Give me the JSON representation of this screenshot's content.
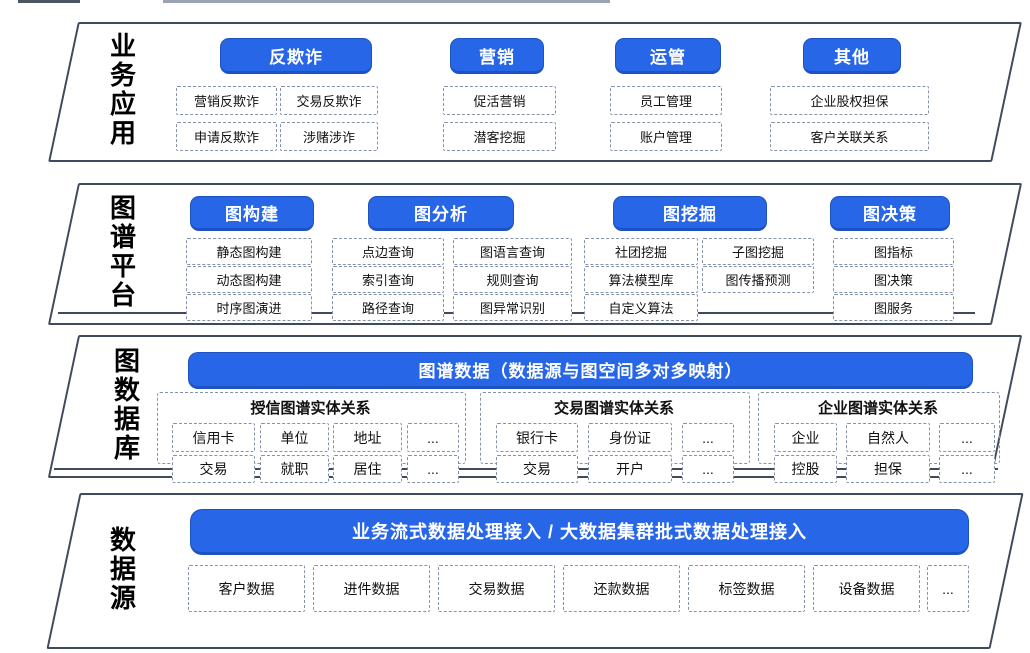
{
  "colors": {
    "accent": "#2766e6",
    "accent_dark": "#1d52c2",
    "dashed_border": "#8493ab",
    "layer_border": "#3f4a5c"
  },
  "layers": [
    {
      "label": "业务应用",
      "groups": [
        {
          "title": "反欺诈",
          "items": [
            "营销反欺诈",
            "交易反欺诈",
            "申请反欺诈",
            "涉赌涉诈"
          ]
        },
        {
          "title": "营销",
          "items": [
            "促活营销",
            "潜客挖掘"
          ]
        },
        {
          "title": "运管",
          "items": [
            "员工管理",
            "账户管理"
          ]
        },
        {
          "title": "其他",
          "items": [
            "企业股权担保",
            "客户关联关系"
          ]
        }
      ]
    },
    {
      "label": "图谱平台",
      "buttons": [
        "图构建",
        "图分析",
        "图挖掘",
        "图决策"
      ],
      "columns": [
        [
          "静态图构建",
          "动态图构建",
          "时序图演进"
        ],
        [
          "点边查询",
          "索引查询",
          "路径查询"
        ],
        [
          "图语言查询",
          "规则查询",
          "图异常识别"
        ],
        [
          "社团挖掘",
          "算法模型库",
          "自定义算法"
        ],
        [
          "子图挖掘",
          "图传播预测"
        ],
        [
          "图指标",
          "图决策",
          "图服务"
        ]
      ]
    },
    {
      "label": "图数据库",
      "bar": "图谱数据（数据源与图空间多对多映射）",
      "groups": [
        {
          "title": "授信图谱实体关系",
          "row1": [
            "信用卡",
            "单位",
            "地址",
            "..."
          ],
          "row2": [
            "交易",
            "就职",
            "居住",
            "..."
          ]
        },
        {
          "title": "交易图谱实体关系",
          "row1": [
            "银行卡",
            "身份证",
            "..."
          ],
          "row2": [
            "交易",
            "开户",
            "..."
          ]
        },
        {
          "title": "企业图谱实体关系",
          "row1": [
            "企业",
            "自然人",
            "..."
          ],
          "row2": [
            "控股",
            "担保",
            "..."
          ]
        }
      ]
    },
    {
      "label": "数据源",
      "bar": "业务流式数据处理接入 / 大数据集群批式数据处理接入",
      "items": [
        "客户数据",
        "进件数据",
        "交易数据",
        "还款数据",
        "标签数据",
        "设备数据",
        "..."
      ]
    }
  ]
}
